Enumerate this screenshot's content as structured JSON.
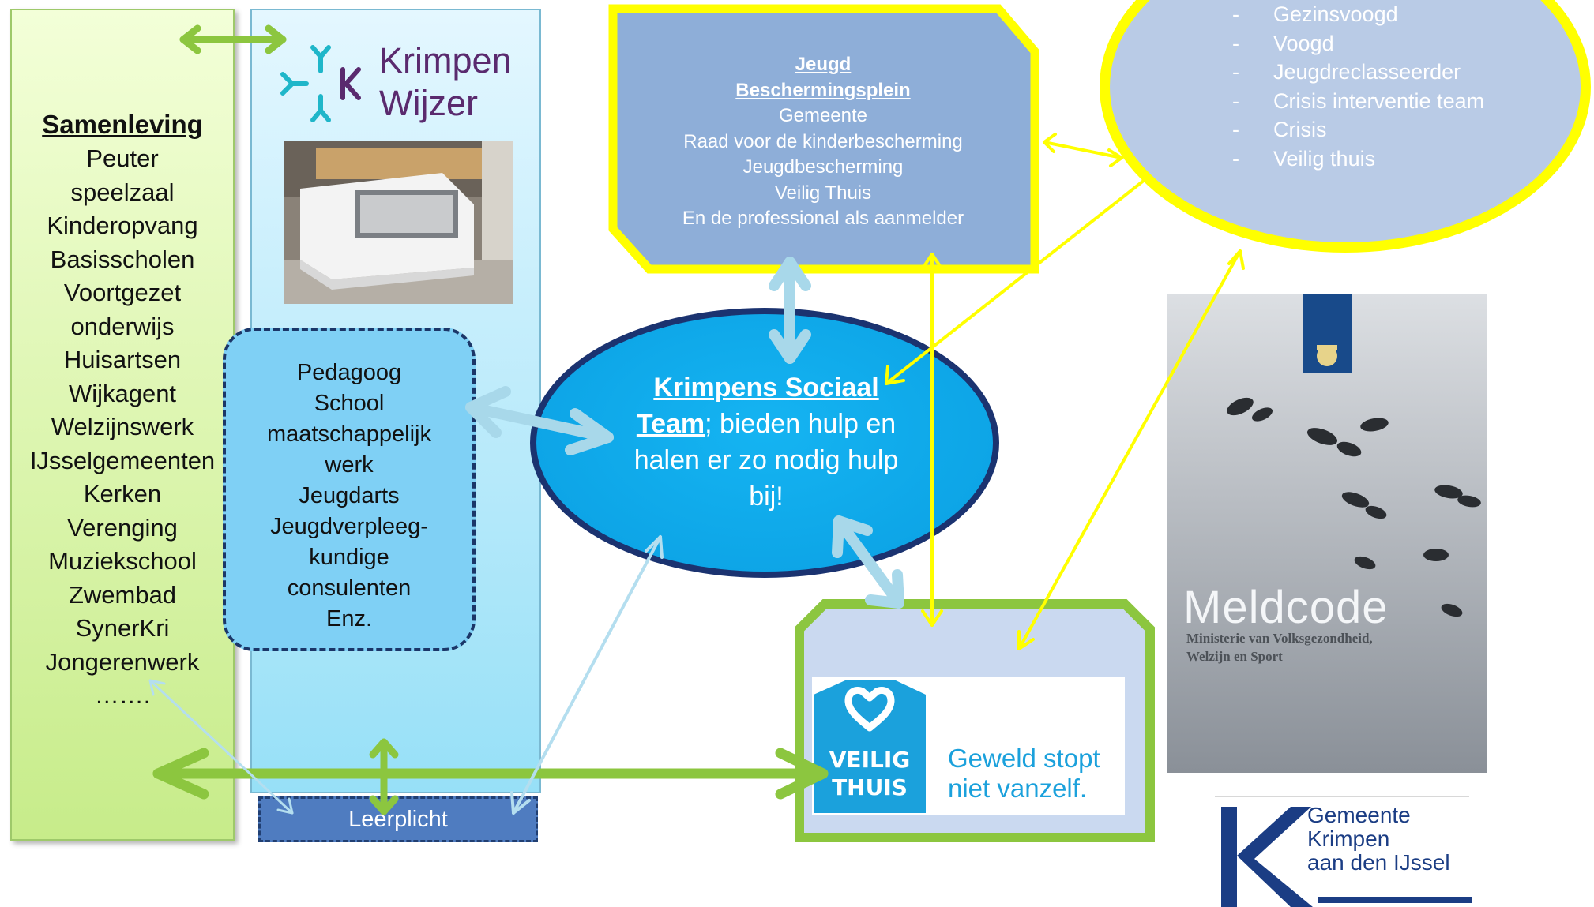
{
  "samenleving": {
    "title": "Samenleving",
    "items": [
      "Peuter",
      "speelzaal",
      "Kinderopvang",
      "Basisscholen",
      "Voortgezet",
      "onderwijs",
      "Huisartsen",
      "Wijkagent",
      "Welzijnswerk",
      "IJsselgemeenten",
      "Kerken",
      "Verenging",
      "Muziekschool",
      "Zwembad",
      "SynerKri",
      "Jongerenwerk",
      "……."
    ]
  },
  "krimpen_wijzer": {
    "name_line1": "Krimpen",
    "name_line2": "Wijzer"
  },
  "pedagoog": {
    "items": [
      "Pedagoog",
      "School",
      "maatschappelijk",
      "werk",
      "Jeugdarts",
      "Jeugdverpleeg-",
      "kundige",
      "consulenten",
      "Enz."
    ]
  },
  "leerplicht": "Leerplicht",
  "jeugd_beschermingsplein": {
    "heading_line1": "Jeugd",
    "heading_line2": "Beschermingsplein",
    "items": [
      "Gemeente",
      "Raad voor de kinderbescherming",
      "Jeugdbescherming",
      "Veilig Thuis",
      "En de professional als aanmelder"
    ]
  },
  "professionals": {
    "dash": "-",
    "items": [
      "Gezinsvoogd",
      "Voogd",
      "Jeugdreclasseerder",
      "Crisis interventie team",
      "Crisis",
      "Veilig thuis"
    ]
  },
  "sociaal_team": {
    "heading_line1": "Krimpens Sociaal",
    "heading_line2": "Team",
    "rest_line2": "; bieden hulp en",
    "line3": "halen er zo nodig hulp",
    "line4": "bij!"
  },
  "veilig_thuis": {
    "badge_line1": "VEILIG",
    "badge_line2": "THUIS",
    "slogan_line1": "Geweld stopt",
    "slogan_line2": "niet vanzelf."
  },
  "meldcode": {
    "title": "Meldcode",
    "sub_line1": "Ministerie van Volksgezondheid,",
    "sub_line2": "Welzijn en Sport"
  },
  "gemeente": {
    "line1": "Gemeente",
    "line2": "Krimpen",
    "line3": "aan den IJssel"
  },
  "colors": {
    "green_arrow": "#8cc63f",
    "light_blue_arrow": "#a8d8ea",
    "yellow_arrow": "#ffff00",
    "dark_navy": "#1b3370"
  }
}
